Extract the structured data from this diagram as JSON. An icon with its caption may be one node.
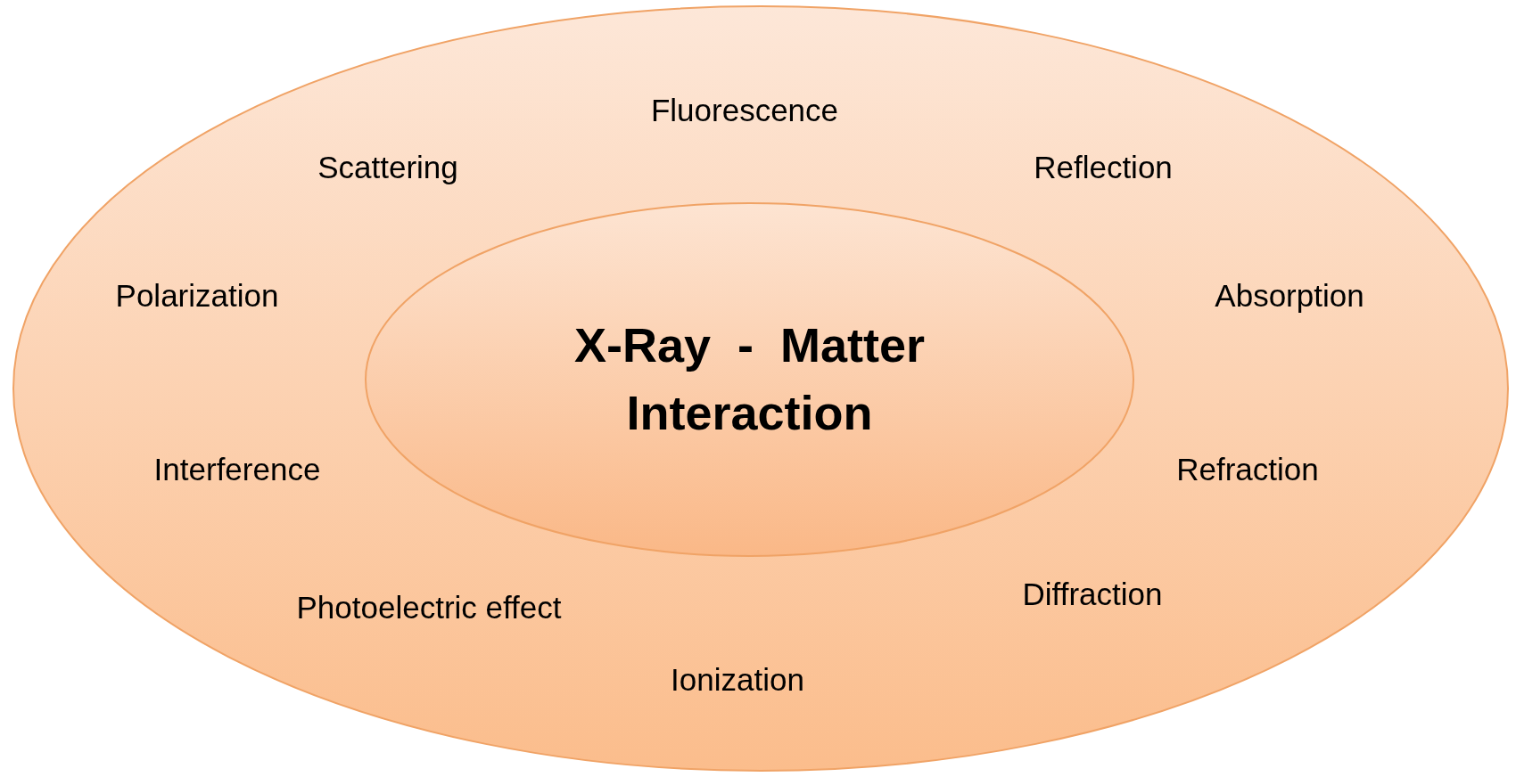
{
  "diagram": {
    "nodes": [
      {
        "text": [
          "Fluorescence",
          "Scattering",
          "Reflection",
          "Polarization",
          "Absorption",
          "Interference",
          "Refraction",
          "Photoelectric effect",
          "Diffraction",
          "Ionization"
        ]
      },
      {
        "text": [
          "X-Ray  -  Matter Interaction"
        ],
        "in": 0
      }
    ]
  }
}
